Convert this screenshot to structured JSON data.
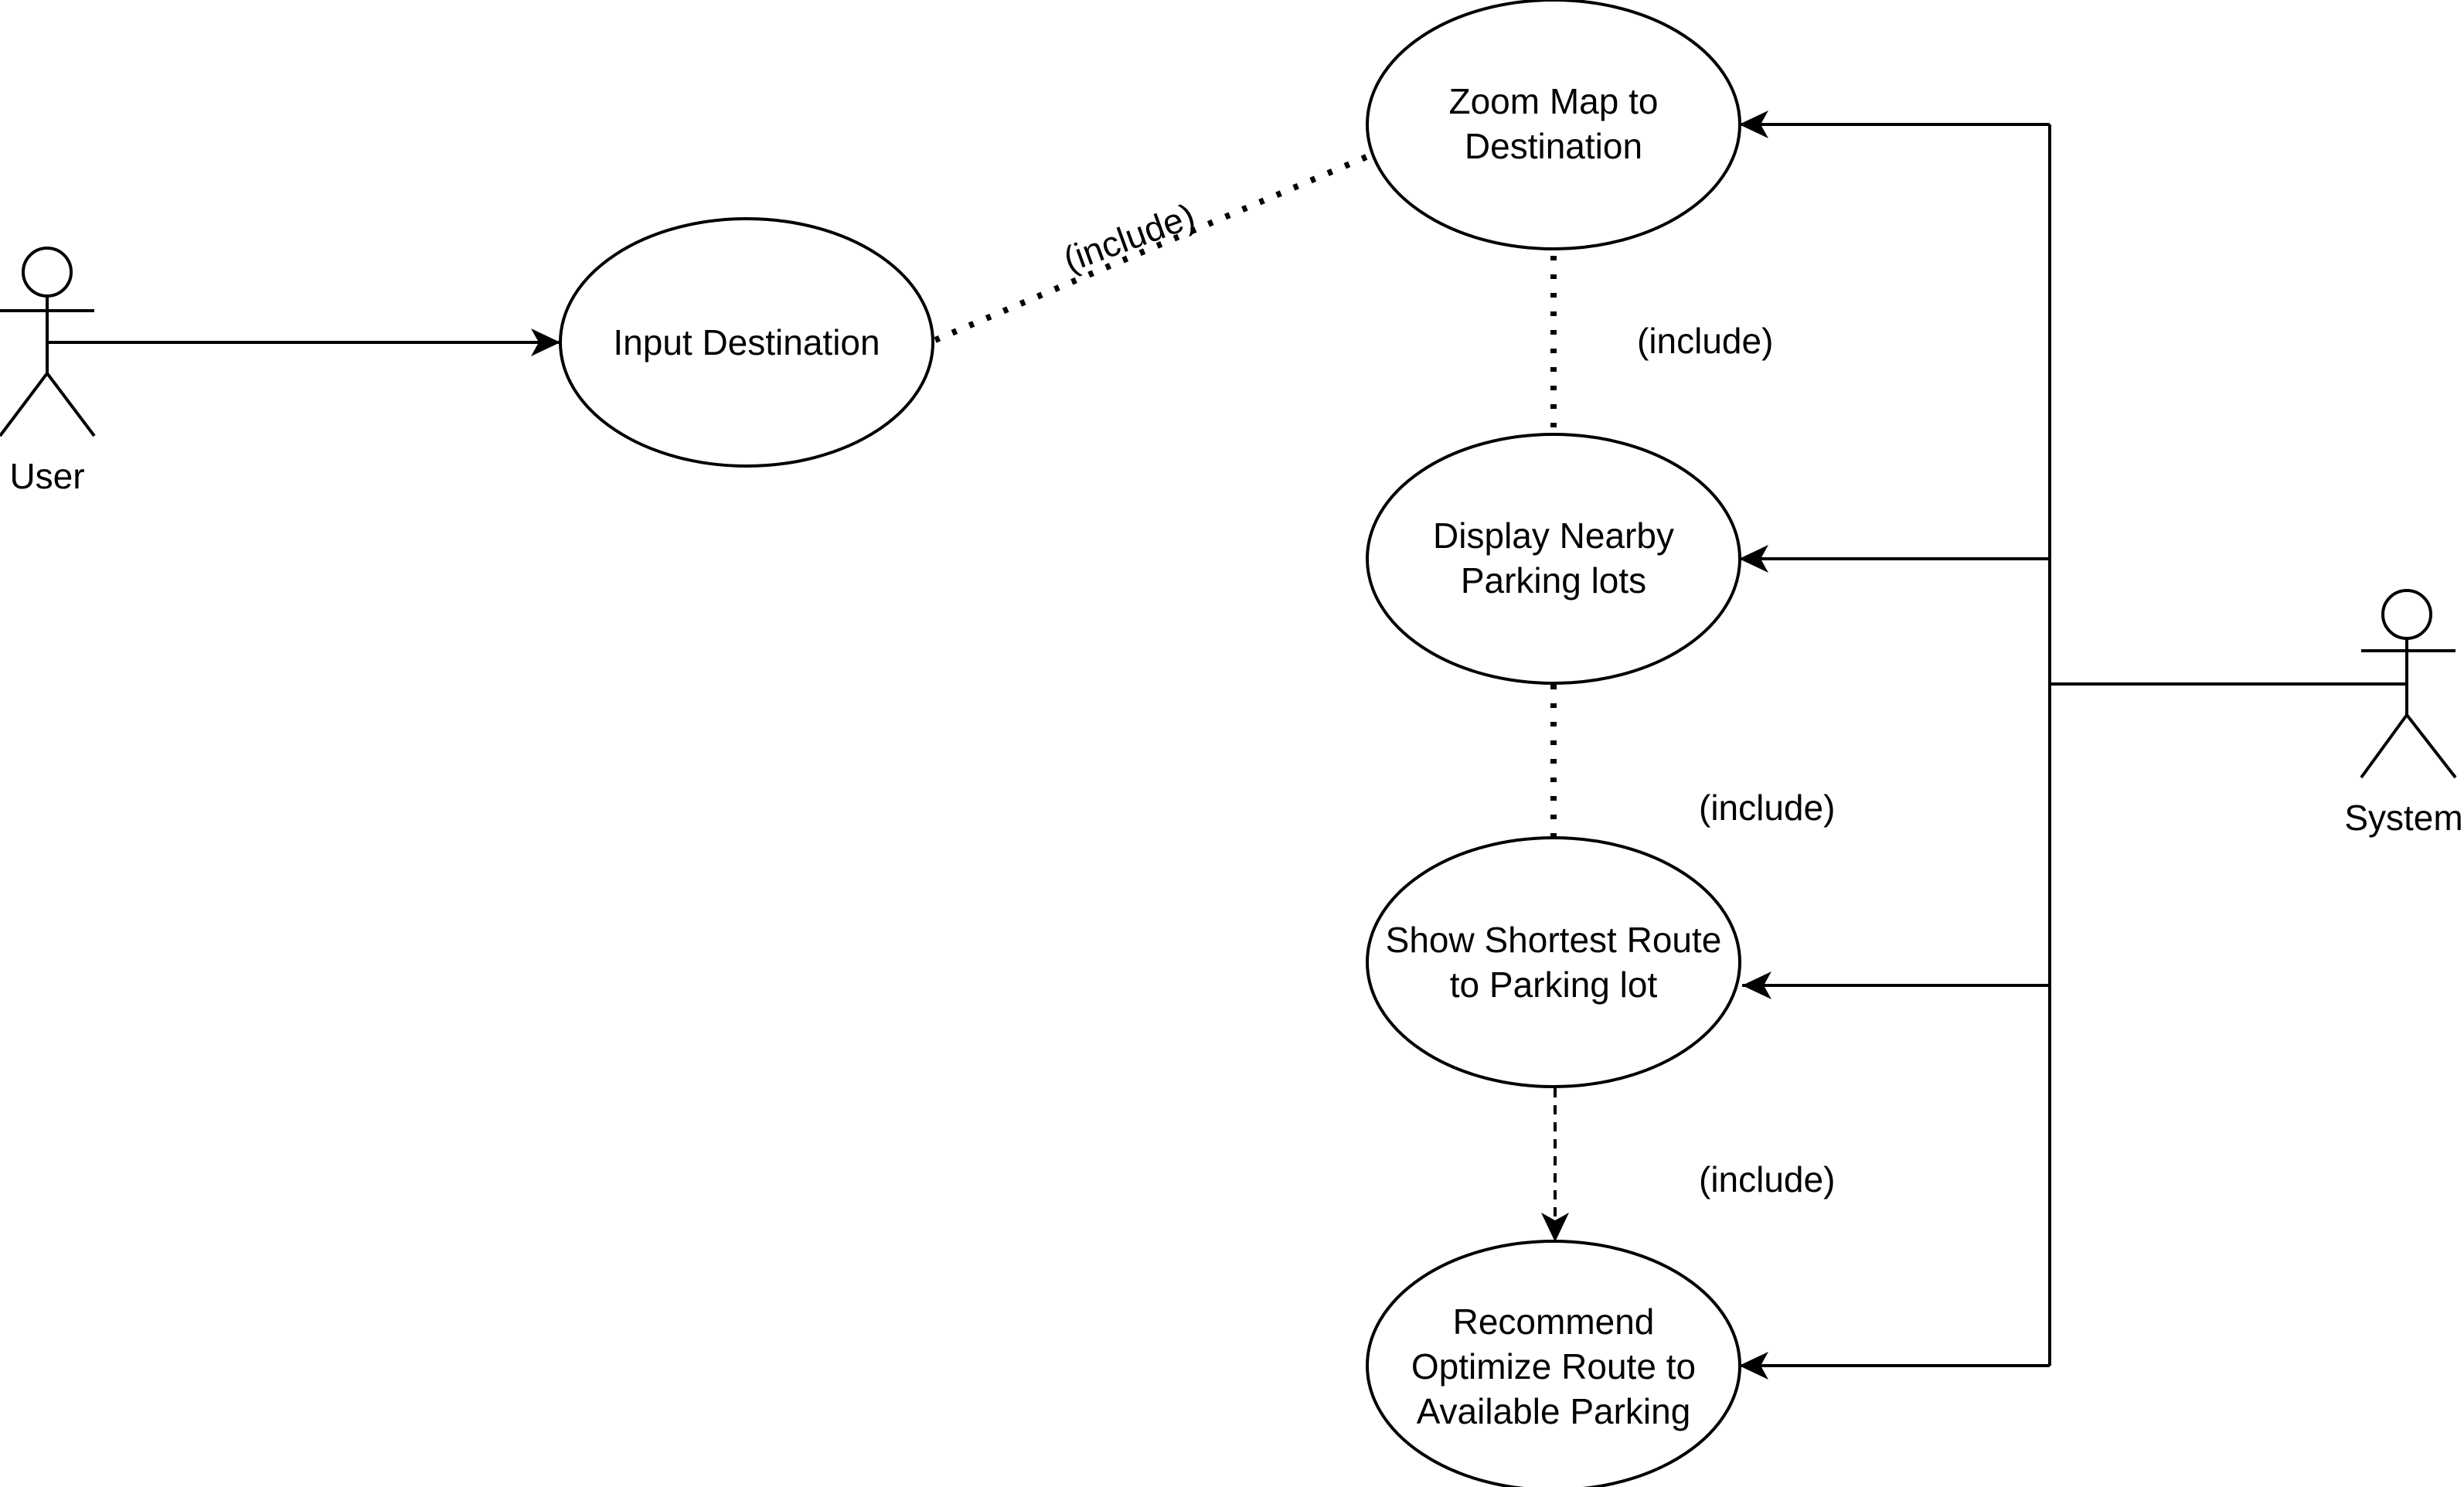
{
  "diagram": {
    "actors": {
      "user": "User",
      "system": "System"
    },
    "use_cases": {
      "input_destination": [
        "Input Destination"
      ],
      "zoom_map": [
        "Zoom Map to",
        "Destination"
      ],
      "display_nearby": [
        "Display Nearby",
        "Parking lots"
      ],
      "show_shortest": [
        "Show Shortest Route",
        "to Parking lot"
      ],
      "recommend": [
        "Recommend",
        "Optimize Route to",
        "Available Parking"
      ]
    },
    "relations": {
      "include_1": "(include)",
      "include_2": "(include)",
      "include_3": "(include)",
      "include_4": "(include)"
    }
  }
}
